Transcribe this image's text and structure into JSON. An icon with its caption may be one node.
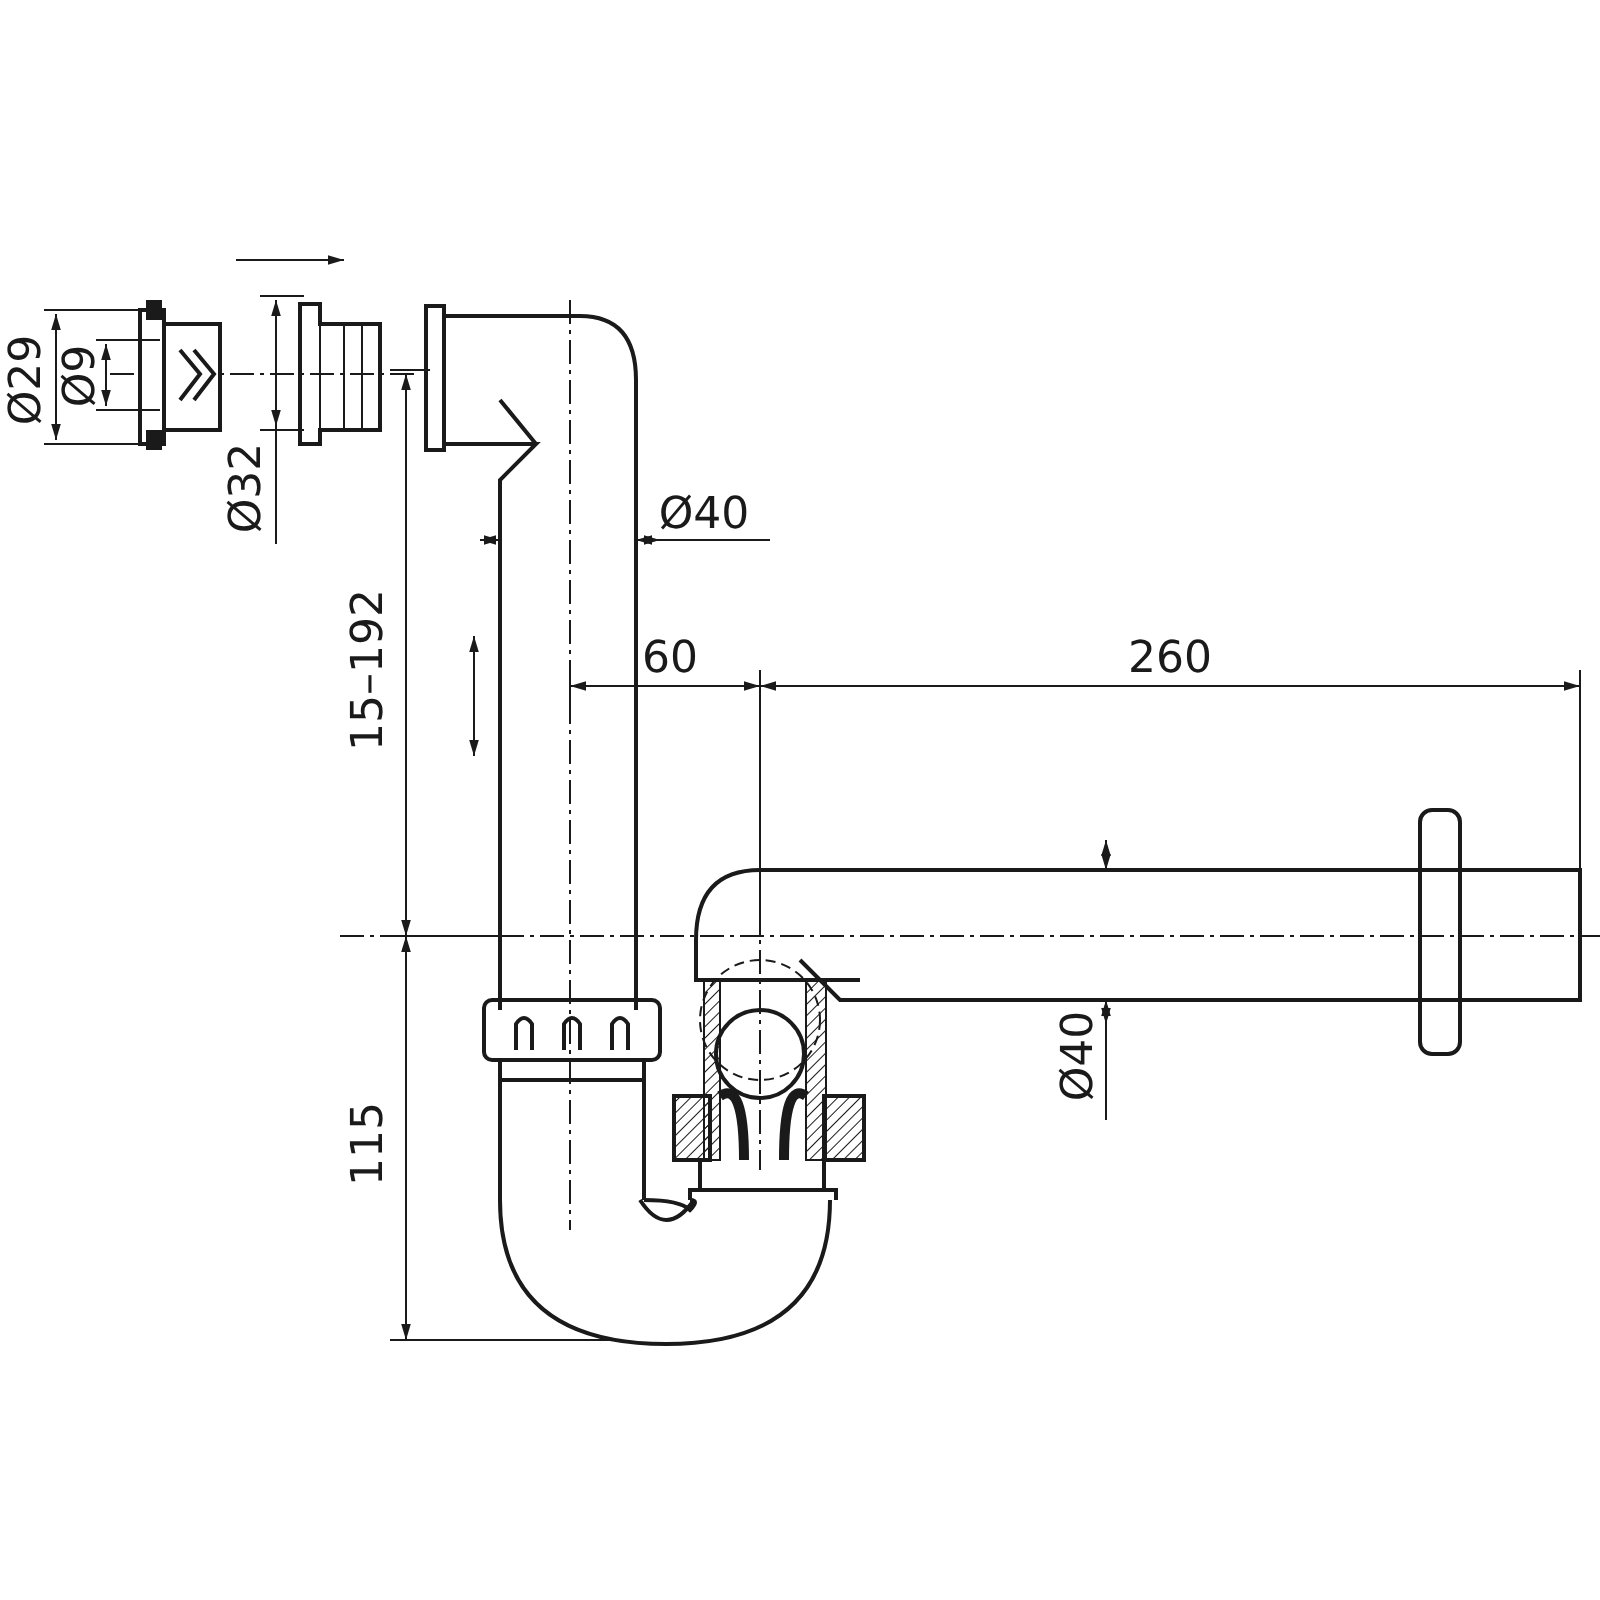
{
  "diagram": {
    "labels": [
      "Ø29",
      "Ø9",
      "Ø32",
      "Ø40",
      "60",
      "260",
      "15–192",
      "Ø40",
      "115"
    ]
  }
}
